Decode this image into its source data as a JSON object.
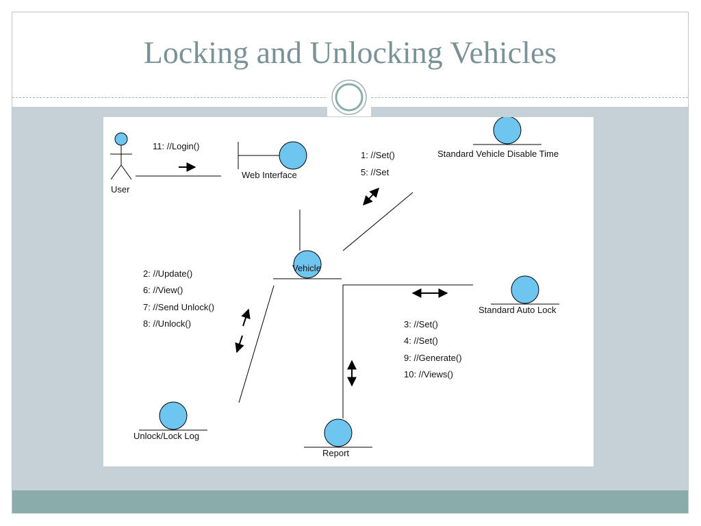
{
  "slide": {
    "title": "Locking and Unlocking Vehicles"
  },
  "diagram": {
    "nodes": {
      "user": "User",
      "web_interface": "Web Interface",
      "vehicle": "Vehicle",
      "standard_vehicle_disable_time": "Standard Vehicle Disable Time",
      "standard_auto_lock": "Standard Auto Lock",
      "unlock_lock_log": "Unlock/Lock Log",
      "report": "Report"
    },
    "messages": {
      "user_web": [
        "11: //Login()"
      ],
      "vehicle_disable_time": [
        "1: //Set()",
        "5: //Set"
      ],
      "vehicle_log": [
        "2: //Update()",
        "6: //View()",
        "7: //Send Unlock()",
        "8: //Unlock()"
      ],
      "vehicle_autolock_report": [
        "3: //Set()",
        "4: //Set()",
        "9: //Generate()",
        "10: //Views()"
      ]
    }
  },
  "colors": {
    "entity_fill": "#6ec6f0",
    "title": "#7a9296",
    "content_bg": "#c5d1d7",
    "footer": "#8aacab"
  }
}
